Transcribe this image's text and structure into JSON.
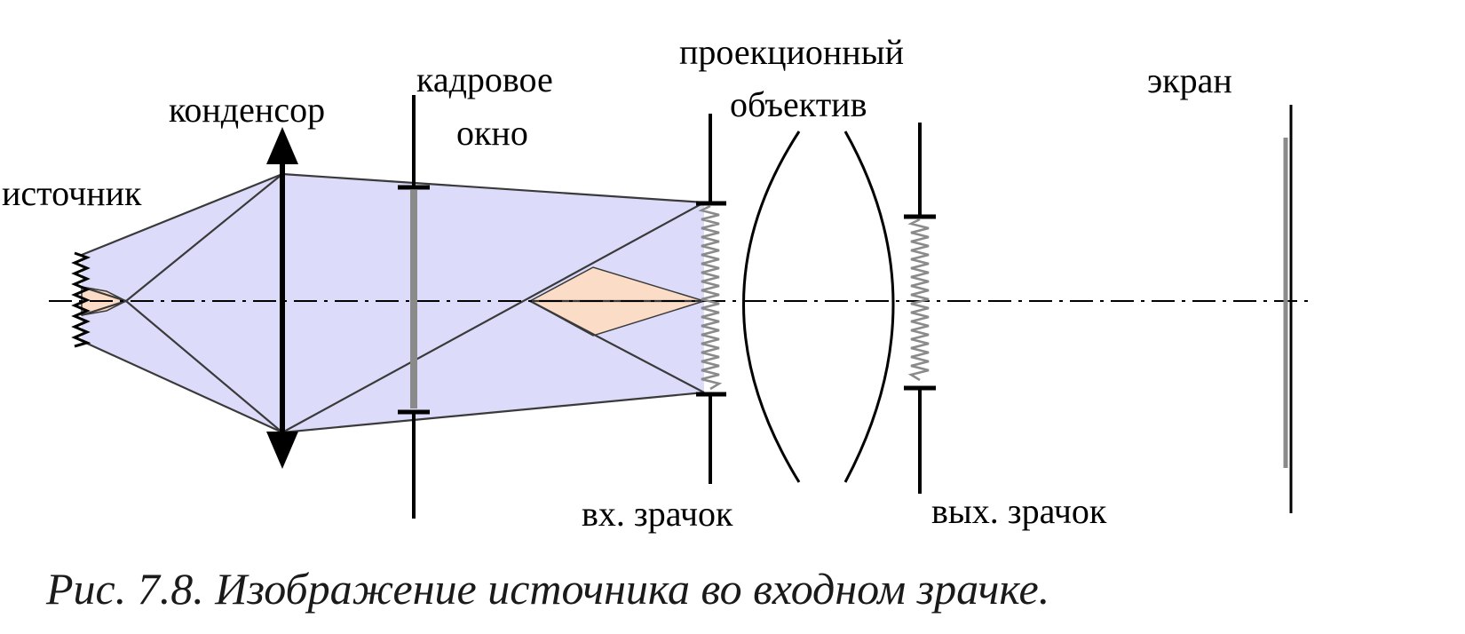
{
  "labels": {
    "source": "источник",
    "condenser": "конденсор",
    "frame_window_line1": "кадровое",
    "frame_window_line2": "окно",
    "projection_lens_line1": "проекционный",
    "projection_lens_line2": "объектив",
    "screen": "экран",
    "entrance_pupil": "вх. зрачок",
    "exit_pupil": "вых. зрачок"
  },
  "caption": "Рис. 7.8. Изображение источника во входном зрачке.",
  "colors": {
    "beam_fill": "#dcdcfa",
    "source_image_fill": "#fbdcc6",
    "line": "#000000",
    "ray": "#3a3a3a",
    "gray_element": "#8a8a8a"
  }
}
